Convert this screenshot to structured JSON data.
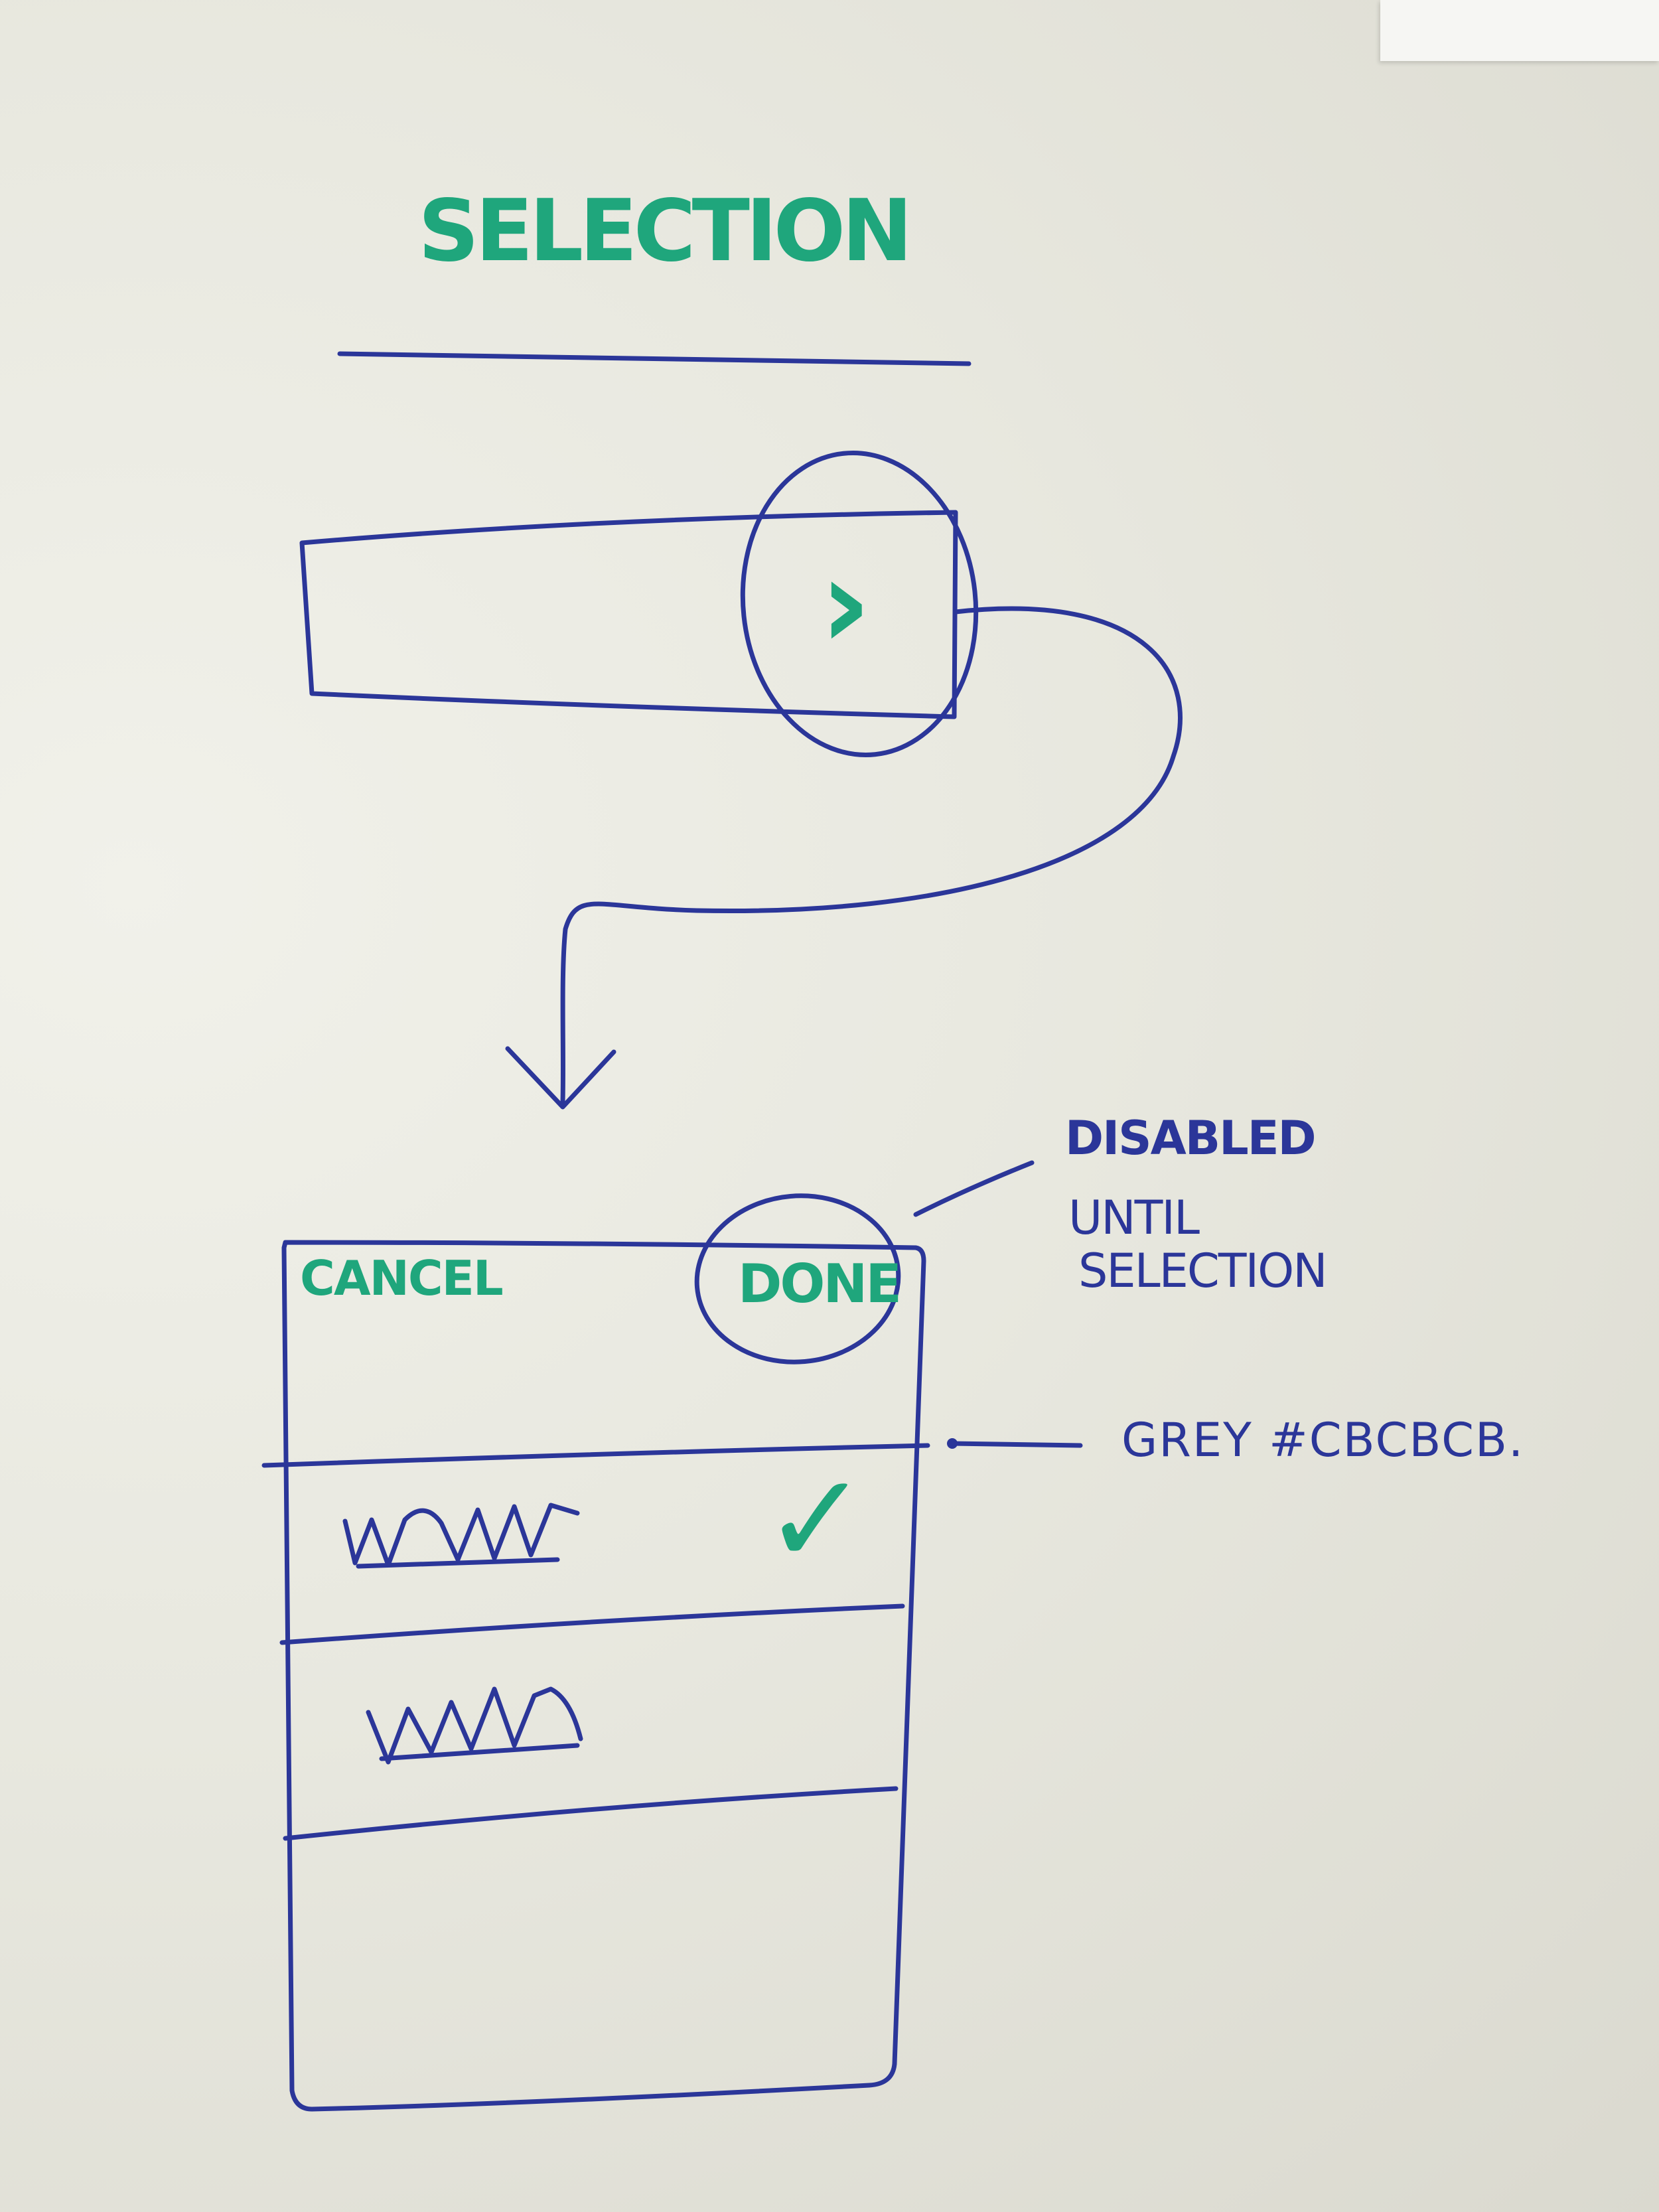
{
  "diagram": {
    "title": "Selection",
    "picker_trigger": {
      "chevron": "chevron-right-icon"
    },
    "picker_sheet": {
      "cancel_label": "CANCEL",
      "done_label": "DONE",
      "selected_mark": "checkmark-icon"
    },
    "annotations": {
      "done_state_lines": [
        "DISABLED",
        "UNTIL",
        "SELECTION"
      ],
      "separator_color_note": "GREY #CBCBCB."
    },
    "ink_colors": {
      "blue": "#2b3699",
      "green": "#1fa67c",
      "separator_grey": "#CBCBCB"
    }
  }
}
